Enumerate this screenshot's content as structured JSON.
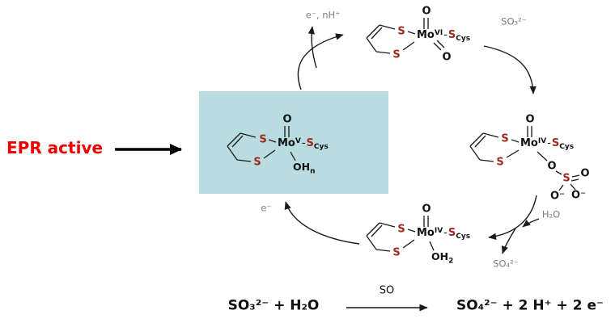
{
  "colors": {
    "highlight_box": "#b8dcdf",
    "epr_red": "#ee0000",
    "sulfur": "#9c2b1f",
    "gray_label": "#7d7d7d"
  },
  "epr": {
    "label": "EPR active"
  },
  "cycle": {
    "electron_proton_label": "e⁻, nH⁺",
    "sulfite_label": "SO₃²⁻",
    "water_label": "H₂O",
    "sulfate_label": "SO₄²⁻",
    "electron_label": "e⁻"
  },
  "complexes": {
    "mo6": {
      "oxo_top": "O",
      "oxo_bottom": "O",
      "s1": "S",
      "s2": "S",
      "metal": "Mo",
      "ox": "VI",
      "bond": "-",
      "cys_s": "S",
      "cys_sub": "Cys"
    },
    "mo5": {
      "oxo_top": "O",
      "s1": "S",
      "s2": "S",
      "metal": "Mo",
      "ox": "V",
      "bond": "-",
      "cys_s": "S",
      "cys_sub": "Cys",
      "ligand": "OH",
      "ligand_sub": "n"
    },
    "mo4_sulfate": {
      "oxo_top": "O",
      "s1": "S",
      "s2": "S",
      "metal": "Mo",
      "ox": "IV",
      "bond": "-",
      "cys_s": "S",
      "cys_sub": "Cys",
      "o_bridge": "O",
      "sulfate_s": "S",
      "o_terminal": "O",
      "o_minus_a": "O⁻",
      "o_minus_b": "O⁻"
    },
    "mo4_water": {
      "oxo_top": "O",
      "s1": "S",
      "s2": "S",
      "metal": "Mo",
      "ox": "IV",
      "bond": "-",
      "cys_s": "S",
      "cys_sub": "Cys",
      "ligand": "OH",
      "ligand_sub": "2"
    }
  },
  "equation": {
    "lhs": "SO₃²⁻ + H₂O",
    "catalyst": "SO",
    "rhs": "SO₄²⁻ + 2 H⁺ + 2 e⁻"
  }
}
